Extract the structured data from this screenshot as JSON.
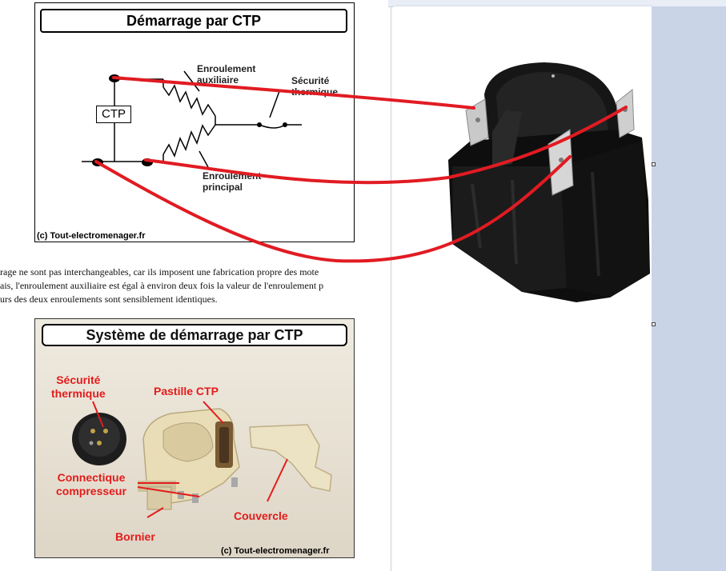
{
  "diagram_top": {
    "title": "Démarrage par CTP",
    "ctp_label": "CTP",
    "aux_winding_label": [
      "Enroulement",
      "auxiliaire"
    ],
    "thermal_label": [
      "Sécurité",
      "thermique"
    ],
    "main_winding_label": [
      "Enroulement",
      "principal"
    ],
    "credit": "(c) Tout-electromenager.fr"
  },
  "prose": {
    "line1": "rage ne sont pas interchangeables, car ils imposent une fabrication propre des mote",
    "line2": "ais, l'enroulement auxiliaire est égal à environ deux fois la valeur de l'enroulement p",
    "line3": "urs des deux enroulements sont sensiblement identiques."
  },
  "diagram_bottom": {
    "title": "Système de démarrage par CTP",
    "thermal_label": [
      "Sécurité",
      "thermique"
    ],
    "pellet_label": "Pastille CTP",
    "connector_label": [
      "Connectique",
      "compresseur"
    ],
    "terminal_label": "Bornier",
    "cover_label": "Couvercle",
    "credit": "(c) Tout-electromenager.fr"
  },
  "colors": {
    "wire_red": "#e11b22",
    "relay_black": "#141414",
    "label_red": "#e31b1b"
  },
  "icons": {
    "relay": "ptc-relay-photo",
    "thermal_protector": "thermal-protector-photo",
    "ptc_starter": "ptc-starter-photo"
  }
}
